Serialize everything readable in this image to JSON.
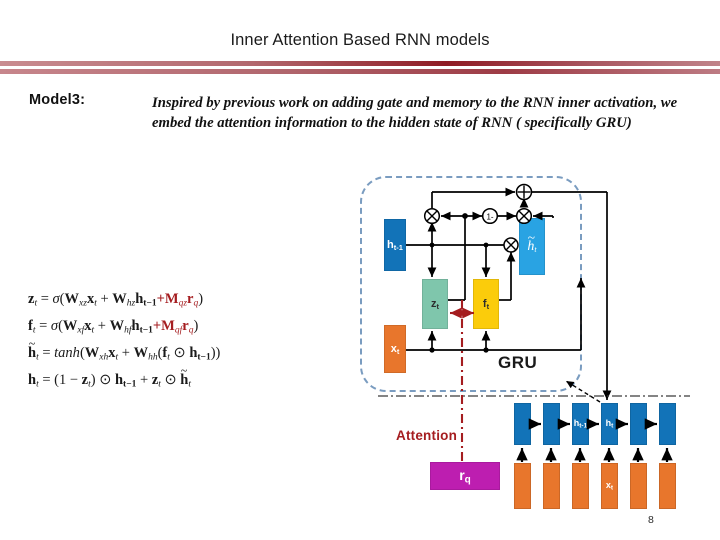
{
  "slide": {
    "title": "Inner Attention Based RNN models",
    "page_number": "8",
    "accent_rule_color": "#9d3b45"
  },
  "content": {
    "model_label": "Model3:",
    "description": "Inspired by previous work on adding gate and memory to the RNN inner activation, we embed the attention information to the hidden state of  RNN ( specifically GRU)"
  },
  "equations": {
    "highlight_color": "#a51d20",
    "lines": [
      "z_t = σ(W_xz x_t + W_hz h_{t-1} + M_qz r_q)",
      "f_t = σ(W_xf x_t + W_hf h_{t-1} + M_qf r_q)",
      "h̃_t = tanh(W_xh x_t + W_hh(f_t ⊙ h_{t-1}))",
      "h_t = (1 - z_t) ⊙ h_{t-1} + z_t ⊙ h̃_t"
    ]
  },
  "diagram": {
    "gru_label": "GRU",
    "gru_border_color": "#7a9cc0",
    "attention_label": "Attention",
    "attention_color": "#a51d20",
    "boxes": {
      "h_prev": {
        "label": "h",
        "sub": "t-1",
        "color": "#1273b8"
      },
      "z_t": {
        "label": "z",
        "sub": "t",
        "color": "#7fc6ac"
      },
      "f_t": {
        "label": "f",
        "sub": "t",
        "color": "#fbcc0b"
      },
      "h_tilde": {
        "label": "h̃",
        "sub": "t",
        "color": "#29a3e3"
      },
      "x_t": {
        "label": "x",
        "sub": "t",
        "color": "#e8762c"
      },
      "r_q": {
        "label": "r",
        "sub": "q",
        "color": "#bd1eb0"
      }
    },
    "operators": {
      "plus": "⊕",
      "times": "⊗",
      "one_minus": "1-"
    },
    "unrolled": {
      "hidden_color": "#1273b8",
      "input_color": "#e8762c",
      "hidden_labels": [
        "",
        "",
        "h_{t-1}",
        "h_t",
        "",
        ""
      ],
      "input_labels": [
        "",
        "",
        "",
        "x_t",
        "",
        ""
      ],
      "hidden_label_3": "h",
      "hidden_sub_3": "t-1",
      "hidden_label_4": "h",
      "hidden_sub_4": "t",
      "input_label_4": "x",
      "input_sub_4": "t"
    }
  }
}
